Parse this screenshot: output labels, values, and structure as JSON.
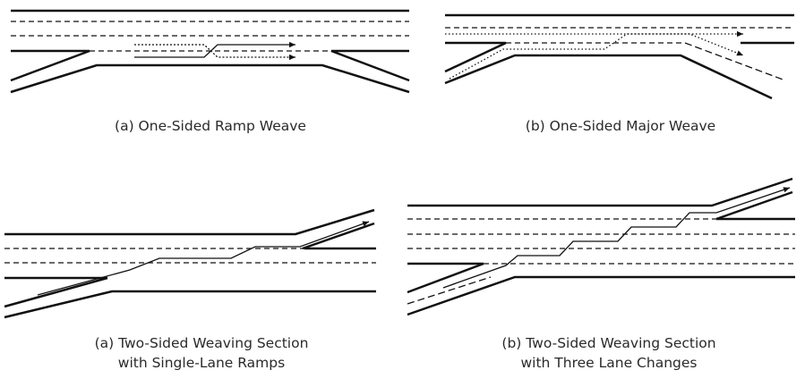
{
  "captions": {
    "one_sided_ramp": "(a) One-Sided Ramp Weave",
    "one_sided_major": "(b) One-Sided Major Weave",
    "two_sided_single_line1": "(a) Two-Sided Weaving Section",
    "two_sided_single_line2": "with Single-Lane Ramps",
    "two_sided_three_line1": "(b) Two-Sided Weaving Section",
    "two_sided_three_line2": "with Three Lane Changes"
  },
  "colors": {
    "ink": "#111111",
    "text": "#2a2a2a",
    "background": "#ffffff"
  }
}
